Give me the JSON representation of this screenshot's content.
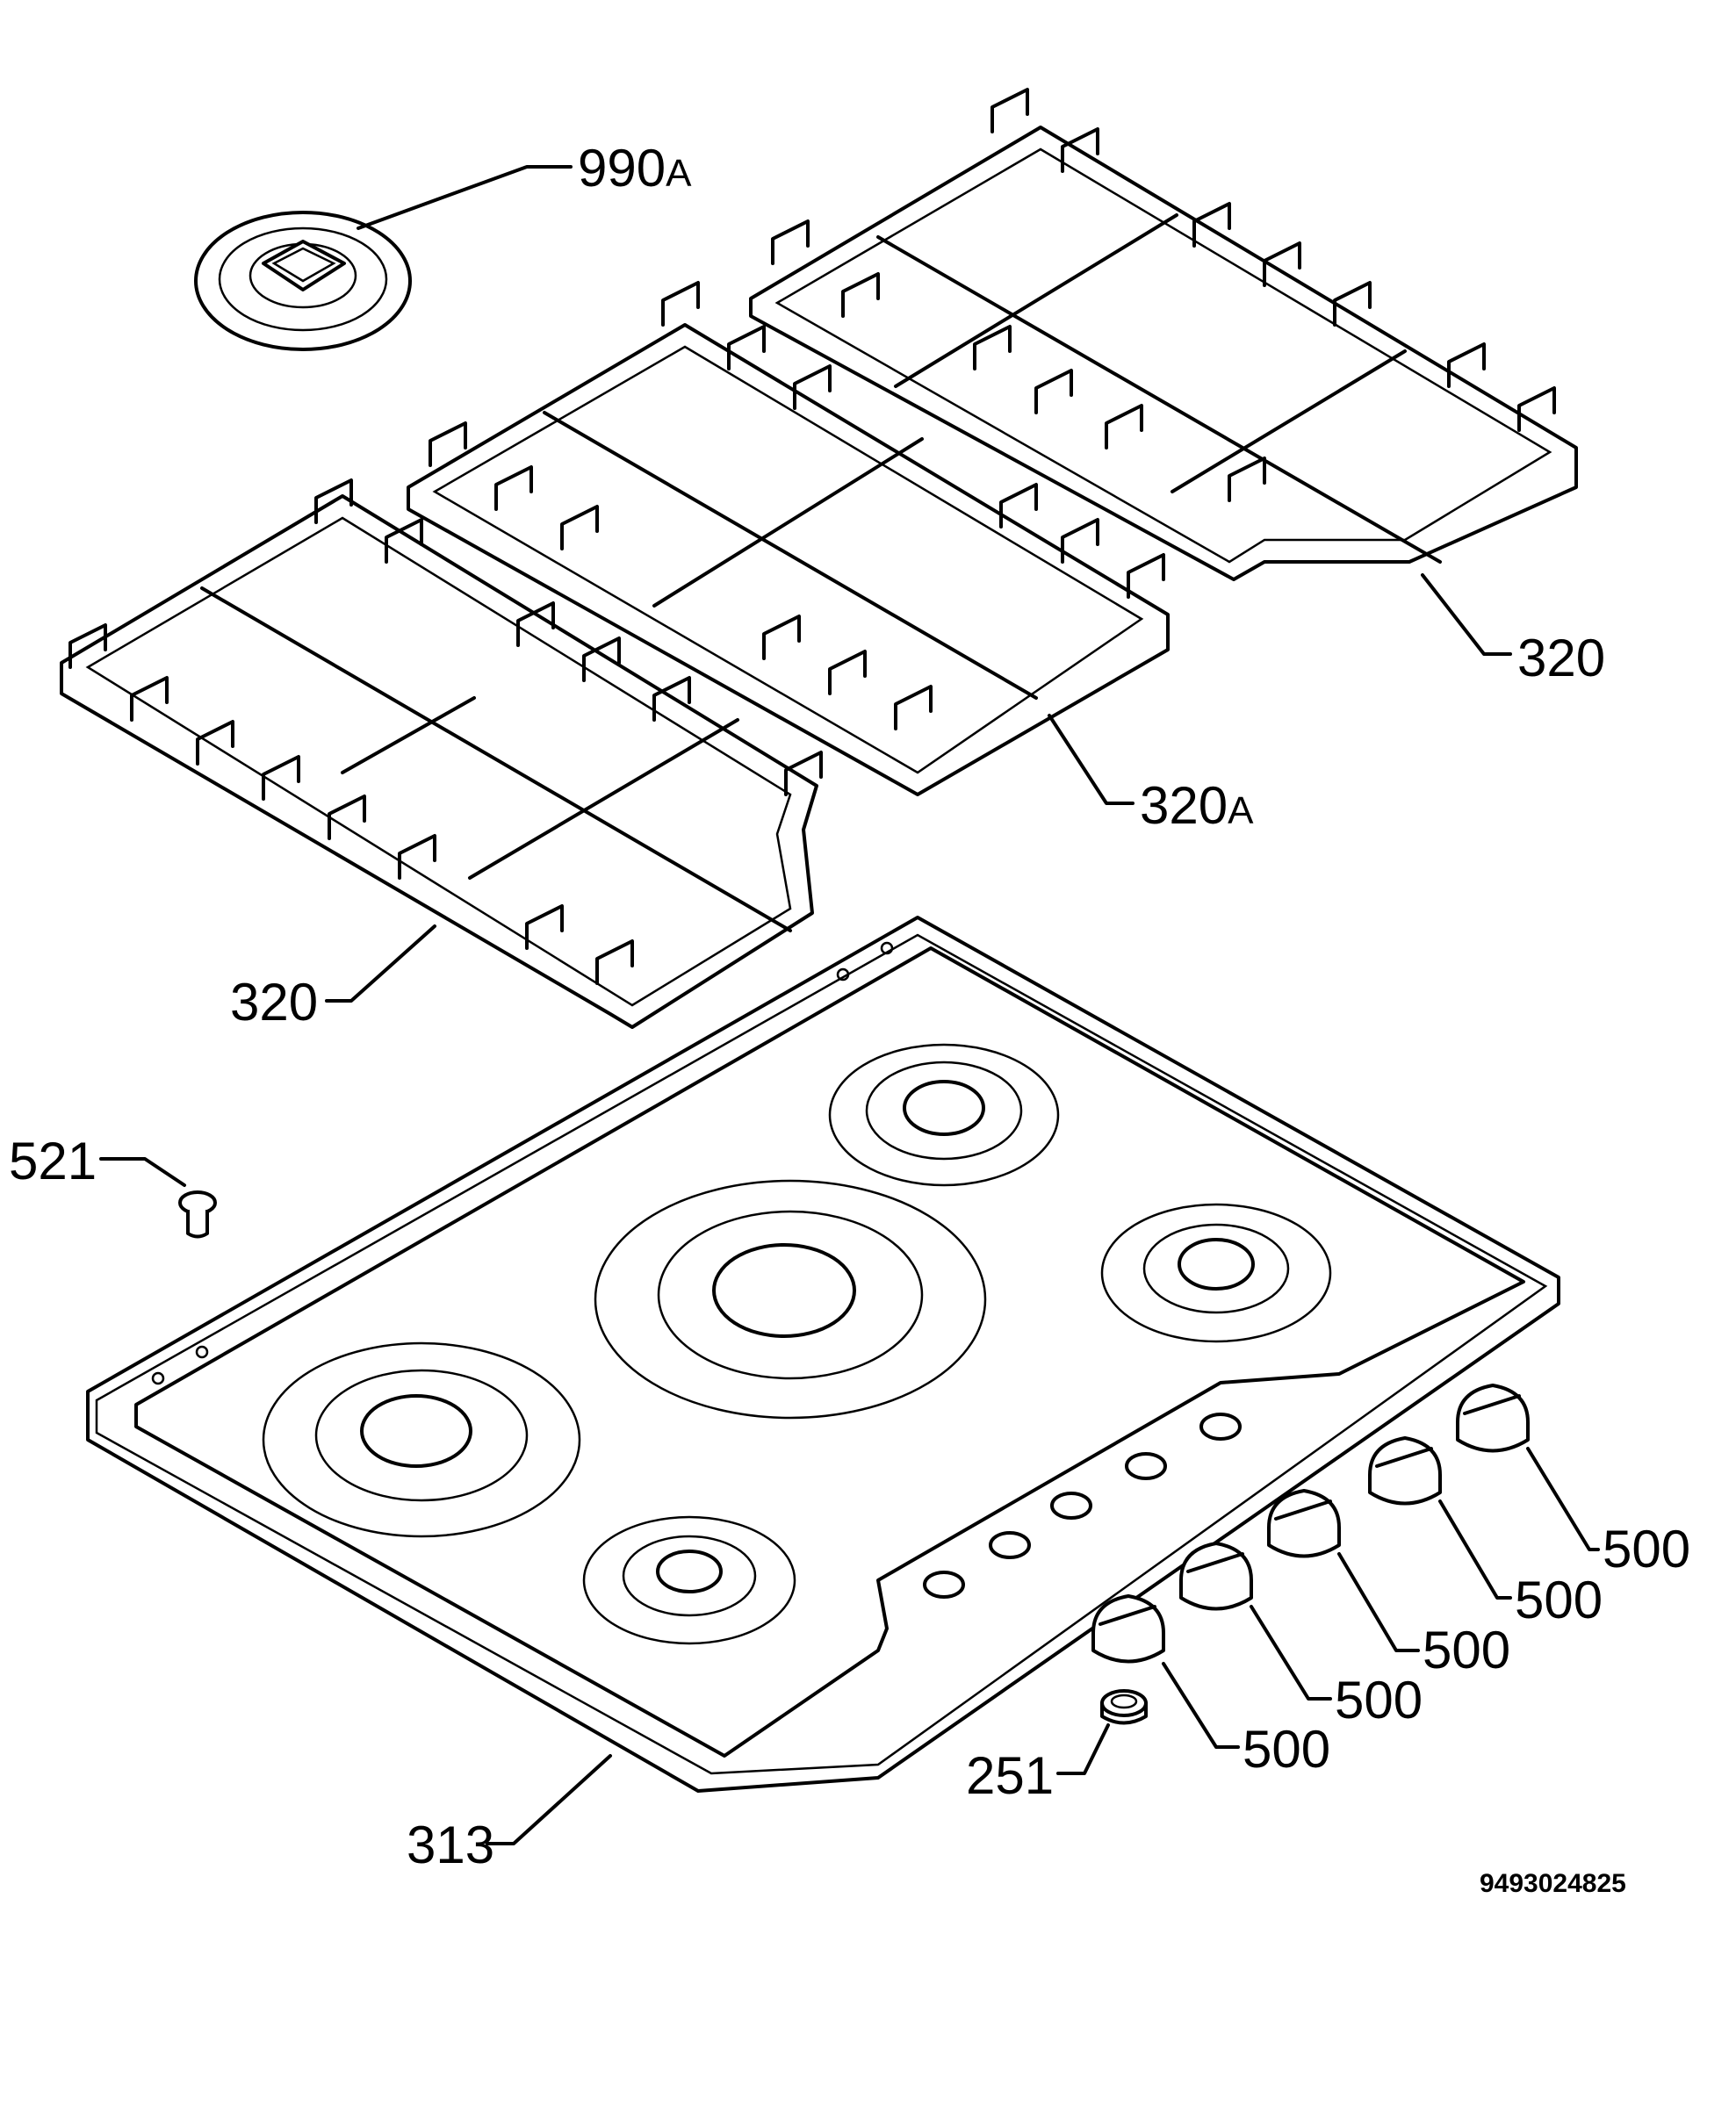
{
  "labels": {
    "cover_disc": {
      "number": "990",
      "suffix": "A"
    },
    "pan_support_right": "320",
    "pan_support_middle": {
      "number": "320",
      "suffix": "A"
    },
    "pan_support_left": "320",
    "screw": "521",
    "hob_top": "313",
    "gasket": "251",
    "knob_1": "500",
    "knob_2": "500",
    "knob_3": "500",
    "knob_4": "500",
    "knob_5": "500"
  },
  "document_number": "9493024825"
}
